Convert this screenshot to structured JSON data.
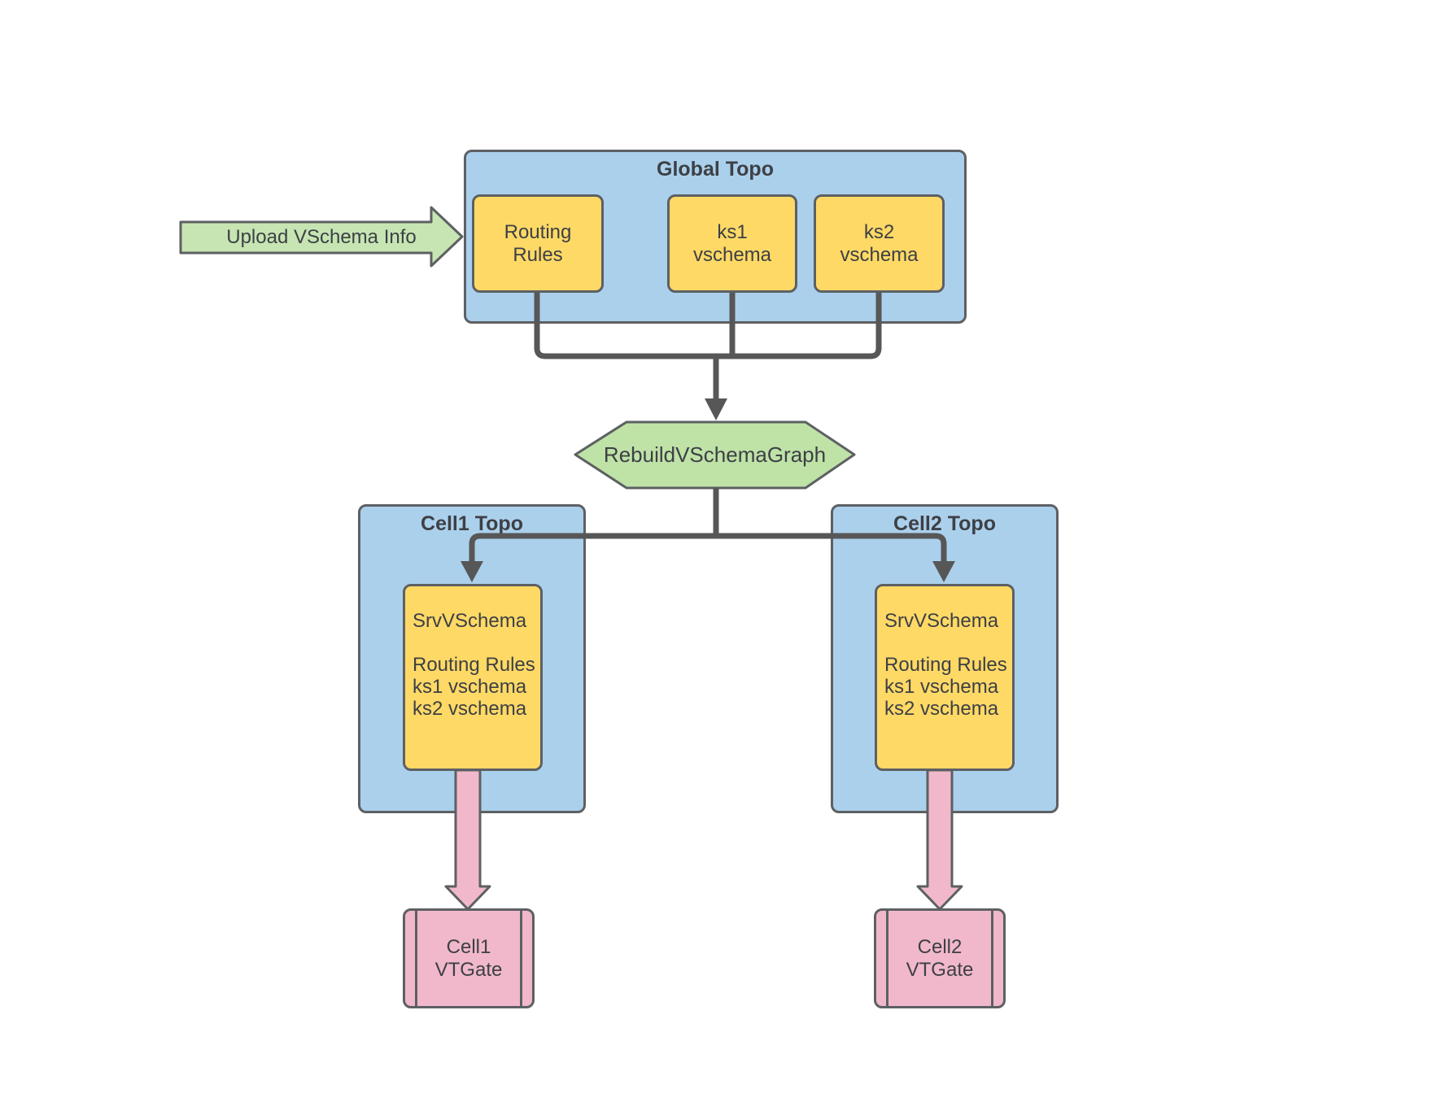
{
  "colors": {
    "background": "#ffffff",
    "container_blue": "#abd0ec",
    "node_yellow": "#ffd966",
    "upload_arrow_green": "#c6e5b3",
    "hexagon_green": "#bfe2a7",
    "vtgate_pink": "#f1b8cb",
    "shape_border": "#5d6063",
    "connector_gray": "#575757",
    "text": "#3d4045"
  },
  "upload_arrow": {
    "label": "Upload VSchema Info"
  },
  "global_topo": {
    "title": "Global Topo",
    "routing_rules": "Routing\nRules",
    "ks1": "ks1\nvschema",
    "ks2": "ks2\nvschema"
  },
  "rebuild_step": {
    "label": "RebuildVSchemaGraph"
  },
  "cell1": {
    "title": "Cell1 Topo",
    "srv_vschema": "SrvVSchema\n\nRouting Rules\nks1 vschema\nks2 vschema",
    "vtgate": "Cell1\nVTGate"
  },
  "cell2": {
    "title": "Cell2 Topo",
    "srv_vschema": "SrvVSchema\n\nRouting Rules\nks1 vschema\nks2 vschema",
    "vtgate": "Cell2\nVTGate"
  }
}
